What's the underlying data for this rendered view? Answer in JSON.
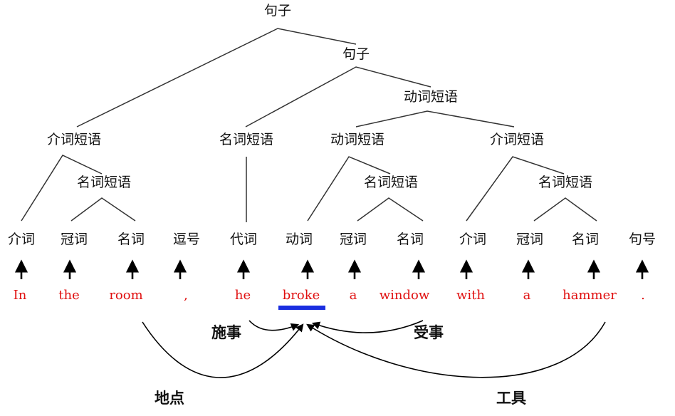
{
  "tree": {
    "nodes": [
      {
        "id": "s1",
        "label": "句子"
      },
      {
        "id": "s2",
        "label": "句子"
      },
      {
        "id": "vp1",
        "label": "动词短语"
      },
      {
        "id": "pp1",
        "label": "介词短语"
      },
      {
        "id": "np1",
        "label": "名词短语"
      },
      {
        "id": "np2",
        "label": "名词短语"
      },
      {
        "id": "vp2",
        "label": "动词短语"
      },
      {
        "id": "pp2",
        "label": "介词短语"
      },
      {
        "id": "np3",
        "label": "名词短语"
      },
      {
        "id": "np4",
        "label": "名词短语"
      },
      {
        "id": "t1",
        "label": "介词"
      },
      {
        "id": "t2",
        "label": "冠词"
      },
      {
        "id": "t3",
        "label": "名词"
      },
      {
        "id": "t4",
        "label": "逗号"
      },
      {
        "id": "t5",
        "label": "代词"
      },
      {
        "id": "t6",
        "label": "动词"
      },
      {
        "id": "t7",
        "label": "冠词"
      },
      {
        "id": "t8",
        "label": "名词"
      },
      {
        "id": "t9",
        "label": "介词"
      },
      {
        "id": "t10",
        "label": "冠词"
      },
      {
        "id": "t11",
        "label": "名词"
      },
      {
        "id": "t12",
        "label": "句号"
      }
    ],
    "words": [
      "In",
      "the",
      "room",
      ",",
      "he",
      "broke",
      "a",
      "window",
      "with",
      "a",
      "hammer",
      "."
    ],
    "roles": [
      "施事",
      "受事",
      "地点",
      "工具"
    ]
  },
  "colors": {
    "word": "#e01010",
    "highlight": "#1a2ee0",
    "line": "#333333"
  }
}
